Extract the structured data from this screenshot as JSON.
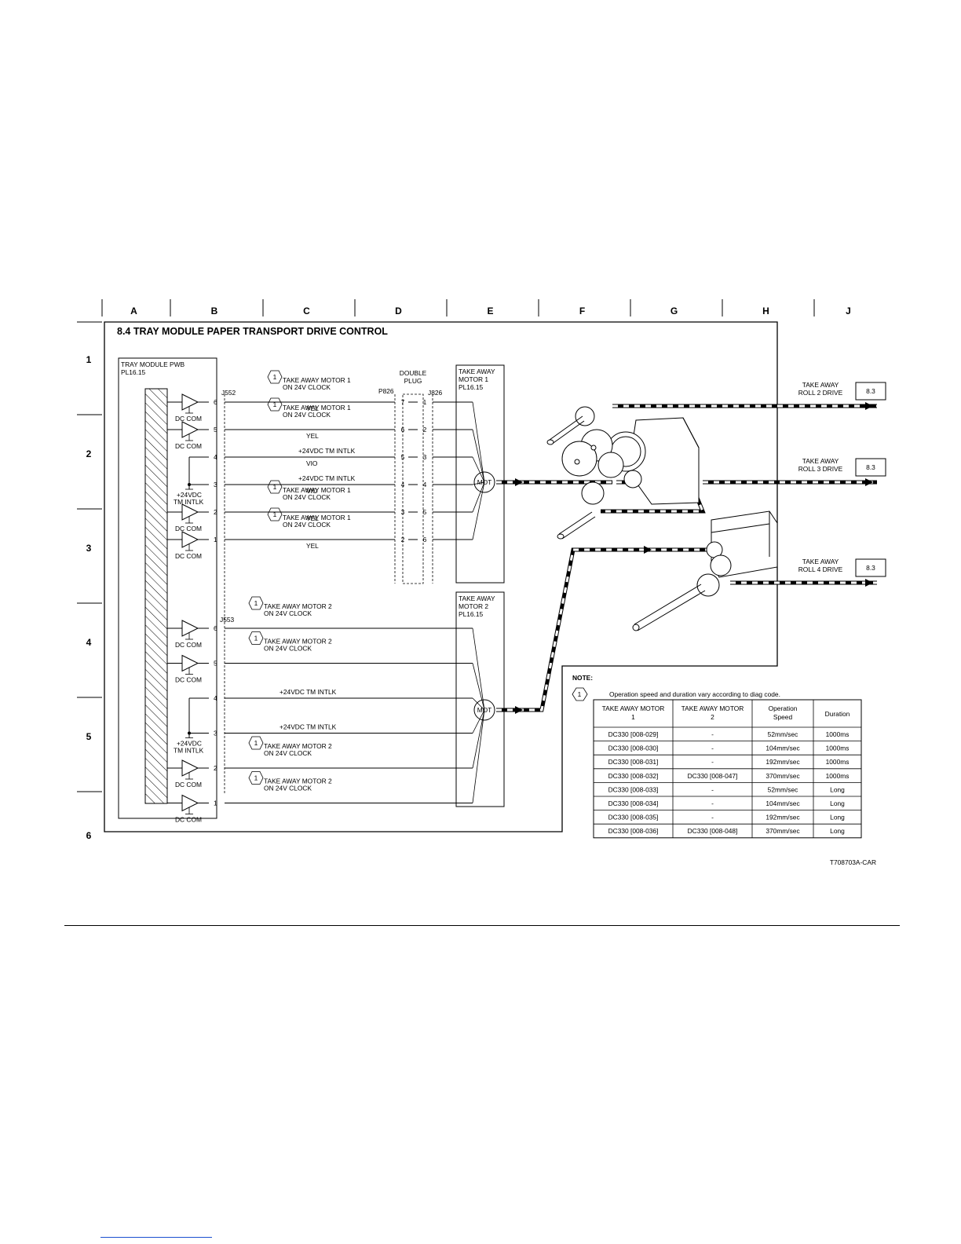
{
  "columns": [
    "A",
    "B",
    "C",
    "D",
    "E",
    "F",
    "G",
    "H",
    "J"
  ],
  "rows": [
    "1",
    "2",
    "3",
    "4",
    "5",
    "6"
  ],
  "title": "8.4 TRAY MODULE PAPER TRANSPORT DRIVE CONTROL",
  "pwb": {
    "name": "TRAY MODULE PWB",
    "pl": "PL16.15"
  },
  "connectors": {
    "j552": "J552",
    "j553": "J553",
    "p826": "P826",
    "j826": "J826",
    "double_plug_l1": "DOUBLE",
    "double_plug_l2": "PLUG"
  },
  "motor1": {
    "l1": "TAKE AWAY",
    "l2": "MOTOR 1",
    "l3": "PL16.15",
    "mot": "MOT"
  },
  "motor2": {
    "l1": "TAKE AWAY",
    "l2": "MOTOR 2",
    "l3": "PL16.15",
    "mot": "MOT"
  },
  "dc_com": "DC COM",
  "intlk_l1": "+24VDC",
  "intlk_l2": "TM INTLK",
  "note_symbol": "1",
  "m1_signals": [
    {
      "pin": "6",
      "p826": "7",
      "j826": "1",
      "l1": "TAKE AWAY MOTOR 1",
      "l2": "ON 24V CLOCK",
      "wire": "YEL"
    },
    {
      "pin": "5",
      "p826": "6",
      "j826": "2",
      "l1": "TAKE AWAY MOTOR 1",
      "l2": "ON 24V CLOCK",
      "wire": "YEL"
    },
    {
      "pin": "4",
      "p826": "5",
      "j826": "3",
      "l1": "+24VDC TM INTLK",
      "l2": "",
      "wire": "VIO"
    },
    {
      "pin": "3",
      "p826": "4",
      "j826": "4",
      "l1": "+24VDC TM INTLK",
      "l2": "",
      "wire": "VIO"
    },
    {
      "pin": "2",
      "p826": "3",
      "j826": "5",
      "l1": "TAKE AWAY MOTOR 1",
      "l2": "ON 24V CLOCK",
      "wire": "YEL"
    },
    {
      "pin": "1",
      "p826": "2",
      "j826": "6",
      "l1": "TAKE AWAY MOTOR 1",
      "l2": "ON 24V CLOCK",
      "wire": "YEL"
    }
  ],
  "m2_signals": [
    {
      "pin": "6",
      "l1": "TAKE AWAY MOTOR 2",
      "l2": "ON 24V CLOCK"
    },
    {
      "pin": "5",
      "l1": "TAKE AWAY MOTOR 2",
      "l2": "ON 24V CLOCK"
    },
    {
      "pin": "4",
      "l1": "+24VDC TM INTLK",
      "l2": ""
    },
    {
      "pin": "3",
      "l1": "+24VDC TM INTLK",
      "l2": ""
    },
    {
      "pin": "2",
      "l1": "TAKE AWAY MOTOR 2",
      "l2": "ON 24V CLOCK"
    },
    {
      "pin": "1",
      "l1": "TAKE AWAY MOTOR 2",
      "l2": "ON 24V CLOCK"
    }
  ],
  "outputs": [
    {
      "l1": "TAKE AWAY",
      "l2": "ROLL 2 DRIVE",
      "ref": "8.3"
    },
    {
      "l1": "TAKE AWAY",
      "l2": "ROLL 3 DRIVE",
      "ref": "8.3"
    },
    {
      "l1": "TAKE AWAY",
      "l2": "ROLL 4 DRIVE",
      "ref": "8.3"
    }
  ],
  "note": {
    "title": "NOTE:",
    "text": "Operation speed and duration vary according to diag code.",
    "headers": [
      "TAKE AWAY MOTOR|1",
      "TAKE AWAY MOTOR|2",
      "Operation|Speed",
      "Duration"
    ],
    "rows": [
      [
        "DC330 [008-029]",
        "-",
        "52mm/sec",
        "1000ms"
      ],
      [
        "DC330 [008-030]",
        "-",
        "104mm/sec",
        "1000ms"
      ],
      [
        "DC330 [008-031]",
        "-",
        "192mm/sec",
        "1000ms"
      ],
      [
        "DC330 [008-032]",
        "DC330 [008-047]",
        "370mm/sec",
        "1000ms"
      ],
      [
        "DC330 [008-033]",
        "-",
        "52mm/sec",
        "Long"
      ],
      [
        "DC330 [008-034]",
        "-",
        "104mm/sec",
        "Long"
      ],
      [
        "DC330 [008-035]",
        "-",
        "192mm/sec",
        "Long"
      ],
      [
        "DC330 [008-036]",
        "DC330 [008-048]",
        "370mm/sec",
        "Long"
      ]
    ]
  },
  "figure_id": "T708703A-CAR",
  "colors": {
    "line": "#000000",
    "page": "#ffffff"
  }
}
